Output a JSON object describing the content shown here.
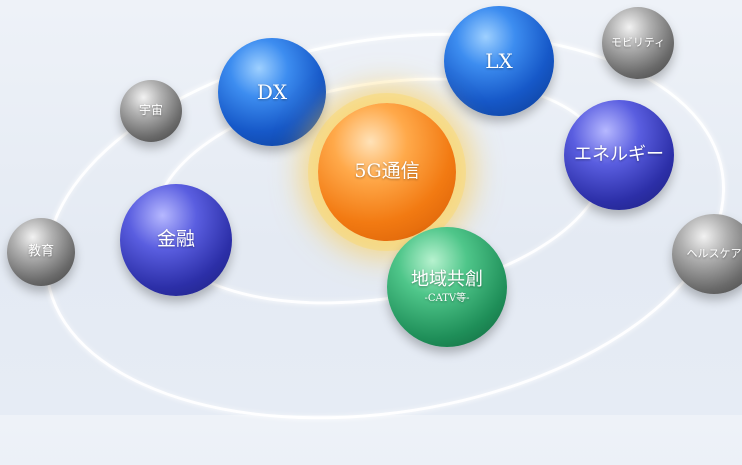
{
  "diagram": {
    "center": {
      "label": "5G通信"
    },
    "inner_ring": [
      {
        "label": "DX"
      },
      {
        "label": "LX"
      },
      {
        "label": "エネルギー"
      },
      {
        "label": "金融"
      },
      {
        "label": "地域共創",
        "sublabel": "-CATV等-"
      }
    ],
    "outer_ring": [
      {
        "label": "宇宙"
      },
      {
        "label": "教育"
      },
      {
        "label": "モビリティ"
      },
      {
        "label": "ヘルスケア"
      }
    ],
    "colors": {
      "center": "#f27a12",
      "center_glow": "#ffd65a",
      "blue": "#1658c8",
      "indigo": "#2c2fa8",
      "green": "#1f8f59",
      "grey": "#6a6a6a",
      "orbit": "#ffffff",
      "background": "#e8edf5"
    }
  }
}
